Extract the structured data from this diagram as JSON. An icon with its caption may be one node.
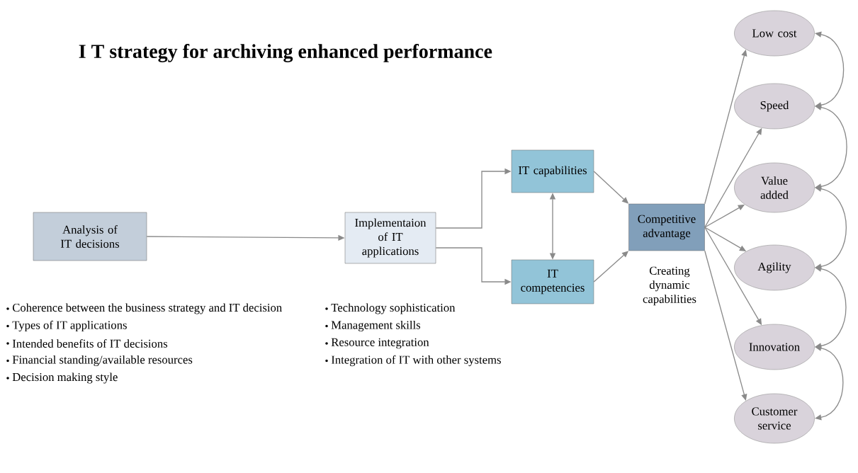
{
  "diagram": {
    "title": "I T strategy for archiving enhanced performance",
    "nodes": [
      {
        "text": [
          "Analysis of IT decisions"
        ],
        "beside": [
          "Coherence between the business strategy and IT decision",
          "Types of IT applications",
          "Intended benefits of IT decisions",
          "Financial standing/available resources",
          "Decision making style"
        ]
      },
      {
        "text": [
          "Implementaion of IT applications"
        ],
        "beside": [
          "Technology sophistication",
          "Management skills",
          "Resource integration",
          "Integration of IT with other systems"
        ]
      },
      {
        "text": [
          "IT capabilities"
        ]
      },
      {
        "text": [
          "IT competencies"
        ]
      },
      {
        "text": [
          "Competitive advantage"
        ],
        "beside": [
          "Creating dynamic capabilities"
        ]
      },
      {
        "text": [
          "Low cost"
        ]
      },
      {
        "text": [
          "Speed"
        ]
      },
      {
        "text": [
          "Value added"
        ]
      },
      {
        "text": [
          "Agility"
        ]
      },
      {
        "text": [
          "Innovation"
        ]
      },
      {
        "text": [
          "Customer service"
        ]
      }
    ],
    "edges": [
      {
        "from": 0,
        "to": 1,
        "arrow": "to"
      },
      {
        "from": 1,
        "to": 2,
        "arrow": "to"
      },
      {
        "from": 1,
        "to": 3,
        "arrow": "to"
      },
      {
        "from": 2,
        "to": 3,
        "arrow": "both"
      },
      {
        "from": 2,
        "to": 4,
        "arrow": "to"
      },
      {
        "from": 3,
        "to": 4,
        "arrow": "to"
      },
      {
        "from": 4,
        "to": 5,
        "arrow": "to"
      },
      {
        "from": 4,
        "to": 6,
        "arrow": "to"
      },
      {
        "from": 4,
        "to": 7,
        "arrow": "to"
      },
      {
        "from": 4,
        "to": 8,
        "arrow": "to"
      },
      {
        "from": 4,
        "to": 9,
        "arrow": "to"
      },
      {
        "from": 4,
        "to": 10,
        "arrow": "to"
      },
      {
        "from": 5,
        "to": 6,
        "arrow": "both"
      },
      {
        "from": 6,
        "to": 7,
        "arrow": "both"
      },
      {
        "from": 7,
        "to": 8,
        "arrow": "both"
      },
      {
        "from": 8,
        "to": 9,
        "arrow": "both"
      },
      {
        "from": 9,
        "to": 10,
        "arrow": "both"
      }
    ]
  }
}
